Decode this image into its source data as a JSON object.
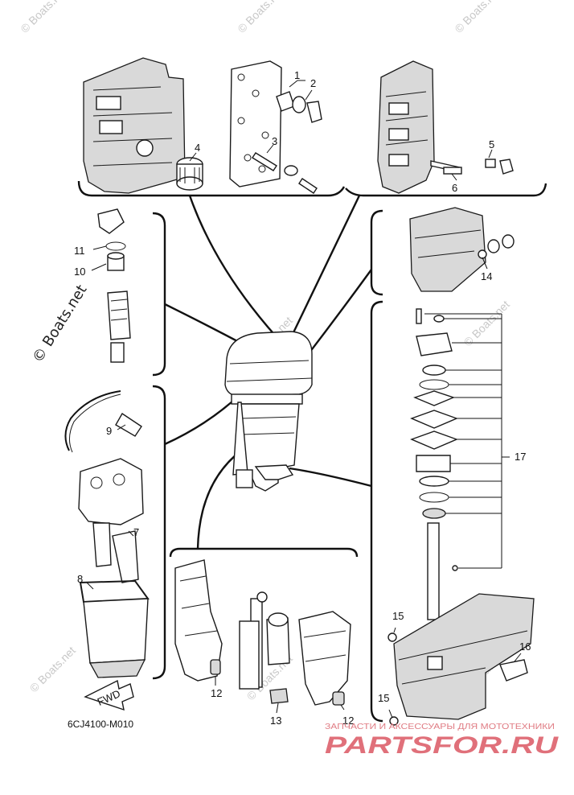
{
  "diagram": {
    "callouts": [
      "1",
      "2",
      "3",
      "4",
      "5",
      "6",
      "7",
      "8",
      "9",
      "10",
      "11",
      "12",
      "12",
      "13",
      "14",
      "15",
      "15",
      "16",
      "17"
    ],
    "figure_code": "6CJ4100-M010",
    "fwd_label": "FWD"
  },
  "watermarks": {
    "main": "© Boats.net",
    "faint": "© Boats.net",
    "brand_sub": "ЗАПЧАСТИ И АКСЕССУАРЫ ДЛЯ МОТОТЕХНИКИ",
    "brand_main": "PARTSFOR.RU"
  }
}
